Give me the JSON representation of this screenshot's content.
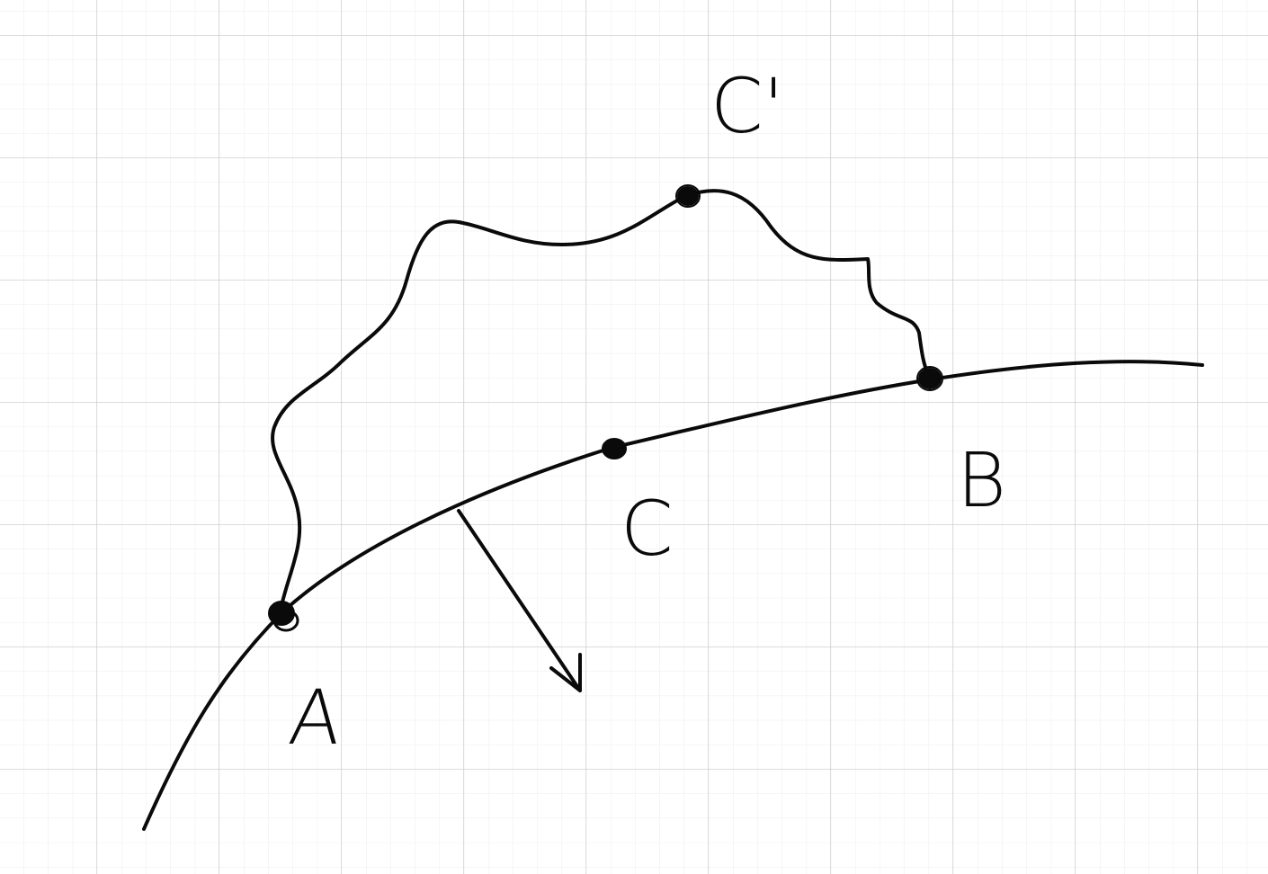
{
  "labels": {
    "a": "A",
    "b": "B",
    "c": "C",
    "c_prime": "C'"
  },
  "colors": {
    "ink": "#0a0a0a",
    "paper": "#ffffff",
    "grid_minor": "#ececec",
    "grid_major": "#d2d2d2"
  }
}
